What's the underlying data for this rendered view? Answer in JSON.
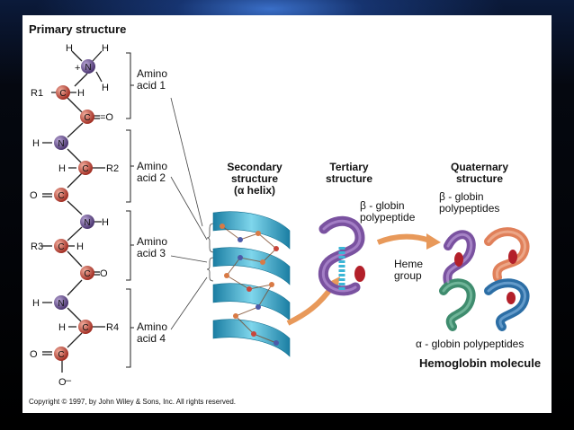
{
  "primary": {
    "title": "Primary structure",
    "amino_acids": [
      "Amino\nacid 1",
      "Amino\nacid 2",
      "Amino\nacid 3",
      "Amino\nacid 4"
    ]
  },
  "secondary": {
    "title": "Secondary\nstructure\n(α helix)"
  },
  "tertiary": {
    "title": "Tertiary\nstructure",
    "beta_label": "β - globin\npolypeptide"
  },
  "quaternary": {
    "title": "Quaternary\nstructure",
    "beta_label": "β - globin\npolypeptides",
    "heme_label": "Heme\ngroup",
    "alpha_label": "α - globin polypeptides",
    "molecule_label": "Hemoglobin molecule"
  },
  "copyright": "Copyright © 1997, by John Wiley & Sons, Inc. All rights reserved.",
  "atoms": {
    "n": "N",
    "c": "C",
    "h": "H",
    "o": "O",
    "plus": "+",
    "minus": "–",
    "dbl_o": "=O",
    "r1": "R1",
    "r2": "R2",
    "r3": "R3",
    "r4": "R4"
  },
  "colors": {
    "nitrogen": "#6a4f8f",
    "carbon": "#c94a3c",
    "helix": "#2aa7c9",
    "beta_globin": "#7a52a0",
    "alpha_globin_green": "#3f8c6e",
    "alpha_globin_blue": "#2c6ea5",
    "quaternary_orange": "#e0805a",
    "arrow": "#e8995a"
  }
}
